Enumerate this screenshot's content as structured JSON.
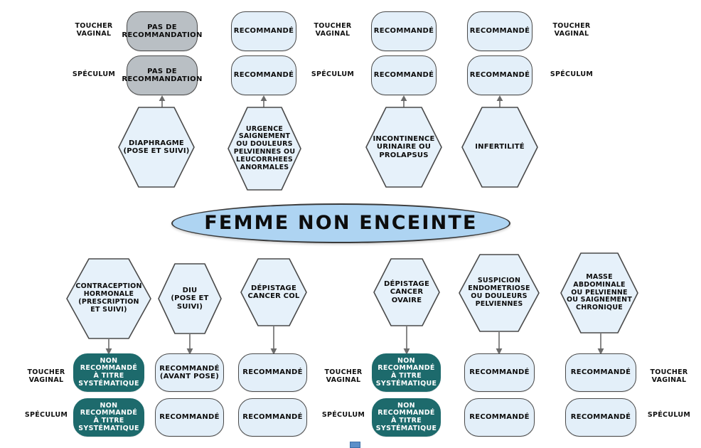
{
  "diagram": {
    "title": "FEMME NON ENCEINTE",
    "center_node_label": "FEMME NON ENCEINTE",
    "row_label_touch": "TOUCHER\nVAGINAL",
    "row_label_speculum": "SPÉCULUM",
    "colors": {
      "center_fill": "#aed4f2",
      "recommended_fill": "#e3eff9",
      "no_recommendation_fill": "#b9bfc4",
      "not_recommended_fill": "#1d6a6c",
      "hexagon_fill": "#e6f1fa",
      "border": "#4a4a4a",
      "connector": "#6b6b6b"
    },
    "top_columns": [
      {
        "condition": "DIAPHRAGME\n(POSE ET SUIVI)",
        "touch_result": "PAS DE\nRECOMMANDATION",
        "speculum_result": "PAS DE\nRECOMMANDATION",
        "touch_style": "gray",
        "speculum_style": "gray"
      },
      {
        "condition": "URGENCE\nSAIGNEMENT\nOU DOULEURS\nPELVIENNES OU\nLEUCORRHEES\nANORMALES",
        "touch_result": "RECOMMANDÉ",
        "speculum_result": "RECOMMANDÉ",
        "touch_style": "normal",
        "speculum_style": "normal"
      },
      {
        "condition": "INCONTINENCE\nURINAIRE OU\nPROLAPSUS",
        "touch_result": "RECOMMANDÉ",
        "speculum_result": "RECOMMANDÉ",
        "touch_style": "normal",
        "speculum_style": "normal"
      },
      {
        "condition": "INFERTILITÉ",
        "touch_result": "RECOMMANDÉ",
        "speculum_result": "RECOMMANDÉ",
        "touch_style": "normal",
        "speculum_style": "normal"
      }
    ],
    "bottom_columns": [
      {
        "condition": "CONTRACEPTION\nHORMONALE\n(PRESCRIPTION\nET SUIVI)",
        "touch_result": "NON RECOMMANDÉ\nÀ TITRE\nSYSTÉMATIQUE",
        "speculum_result": "NON RECOMMANDÉ\nÀ TITRE\nSYSTÉMATIQUE",
        "touch_style": "teal",
        "speculum_style": "teal"
      },
      {
        "condition": "DIU\n(POSE ET\nSUIVI)",
        "touch_result": "RECOMMANDÉ\n(AVANT POSE)",
        "speculum_result": "RECOMMANDÉ",
        "touch_style": "normal",
        "speculum_style": "normal"
      },
      {
        "condition": "DÉPISTAGE\nCANCER COL",
        "touch_result": "RECOMMANDÉ",
        "speculum_result": "RECOMMANDÉ",
        "touch_style": "normal",
        "speculum_style": "normal"
      },
      {
        "condition": "DÉPISTAGE\nCANCER\nOVAIRE",
        "touch_result": "NON RECOMMANDÉ\nÀ TITRE\nSYSTÉMATIQUE",
        "speculum_result": "NON RECOMMANDÉ\nÀ TITRE\nSYSTÉMATIQUE",
        "touch_style": "teal",
        "speculum_style": "teal"
      },
      {
        "condition": "SUSPICION\nENDOMETRIOSE\nOU DOULEURS\nPELVIENNES",
        "touch_result": "RECOMMANDÉ",
        "speculum_result": "RECOMMANDÉ",
        "touch_style": "normal",
        "speculum_style": "normal"
      },
      {
        "condition": "MASSE\nABDOMINALE\nOU PELVIENNE\nOU SAIGNEMENT\nCHRONIQUE",
        "touch_result": "RECOMMANDÉ",
        "speculum_result": "RECOMMANDÉ",
        "touch_style": "normal",
        "speculum_style": "normal"
      }
    ],
    "side_labels_top": [
      {
        "touch": "TOUCHER\nVAGINAL",
        "speculum": "SPÉCULUM"
      },
      {
        "touch": "TOUCHER\nVAGINAL",
        "speculum": "SPÉCULUM"
      },
      {
        "touch": "TOUCHER\nVAGINAL",
        "speculum": "SPÉCULUM"
      }
    ],
    "side_labels_bottom": [
      {
        "touch": "TOUCHER\nVAGINAL",
        "speculum": "SPÉCULUM"
      },
      {
        "touch": "TOUCHER\nVAGINAL",
        "speculum": "SPÉCULUM"
      },
      {
        "touch": "TOUCHER\nVAGINAL",
        "speculum": "SPÉCULUM"
      }
    ]
  }
}
